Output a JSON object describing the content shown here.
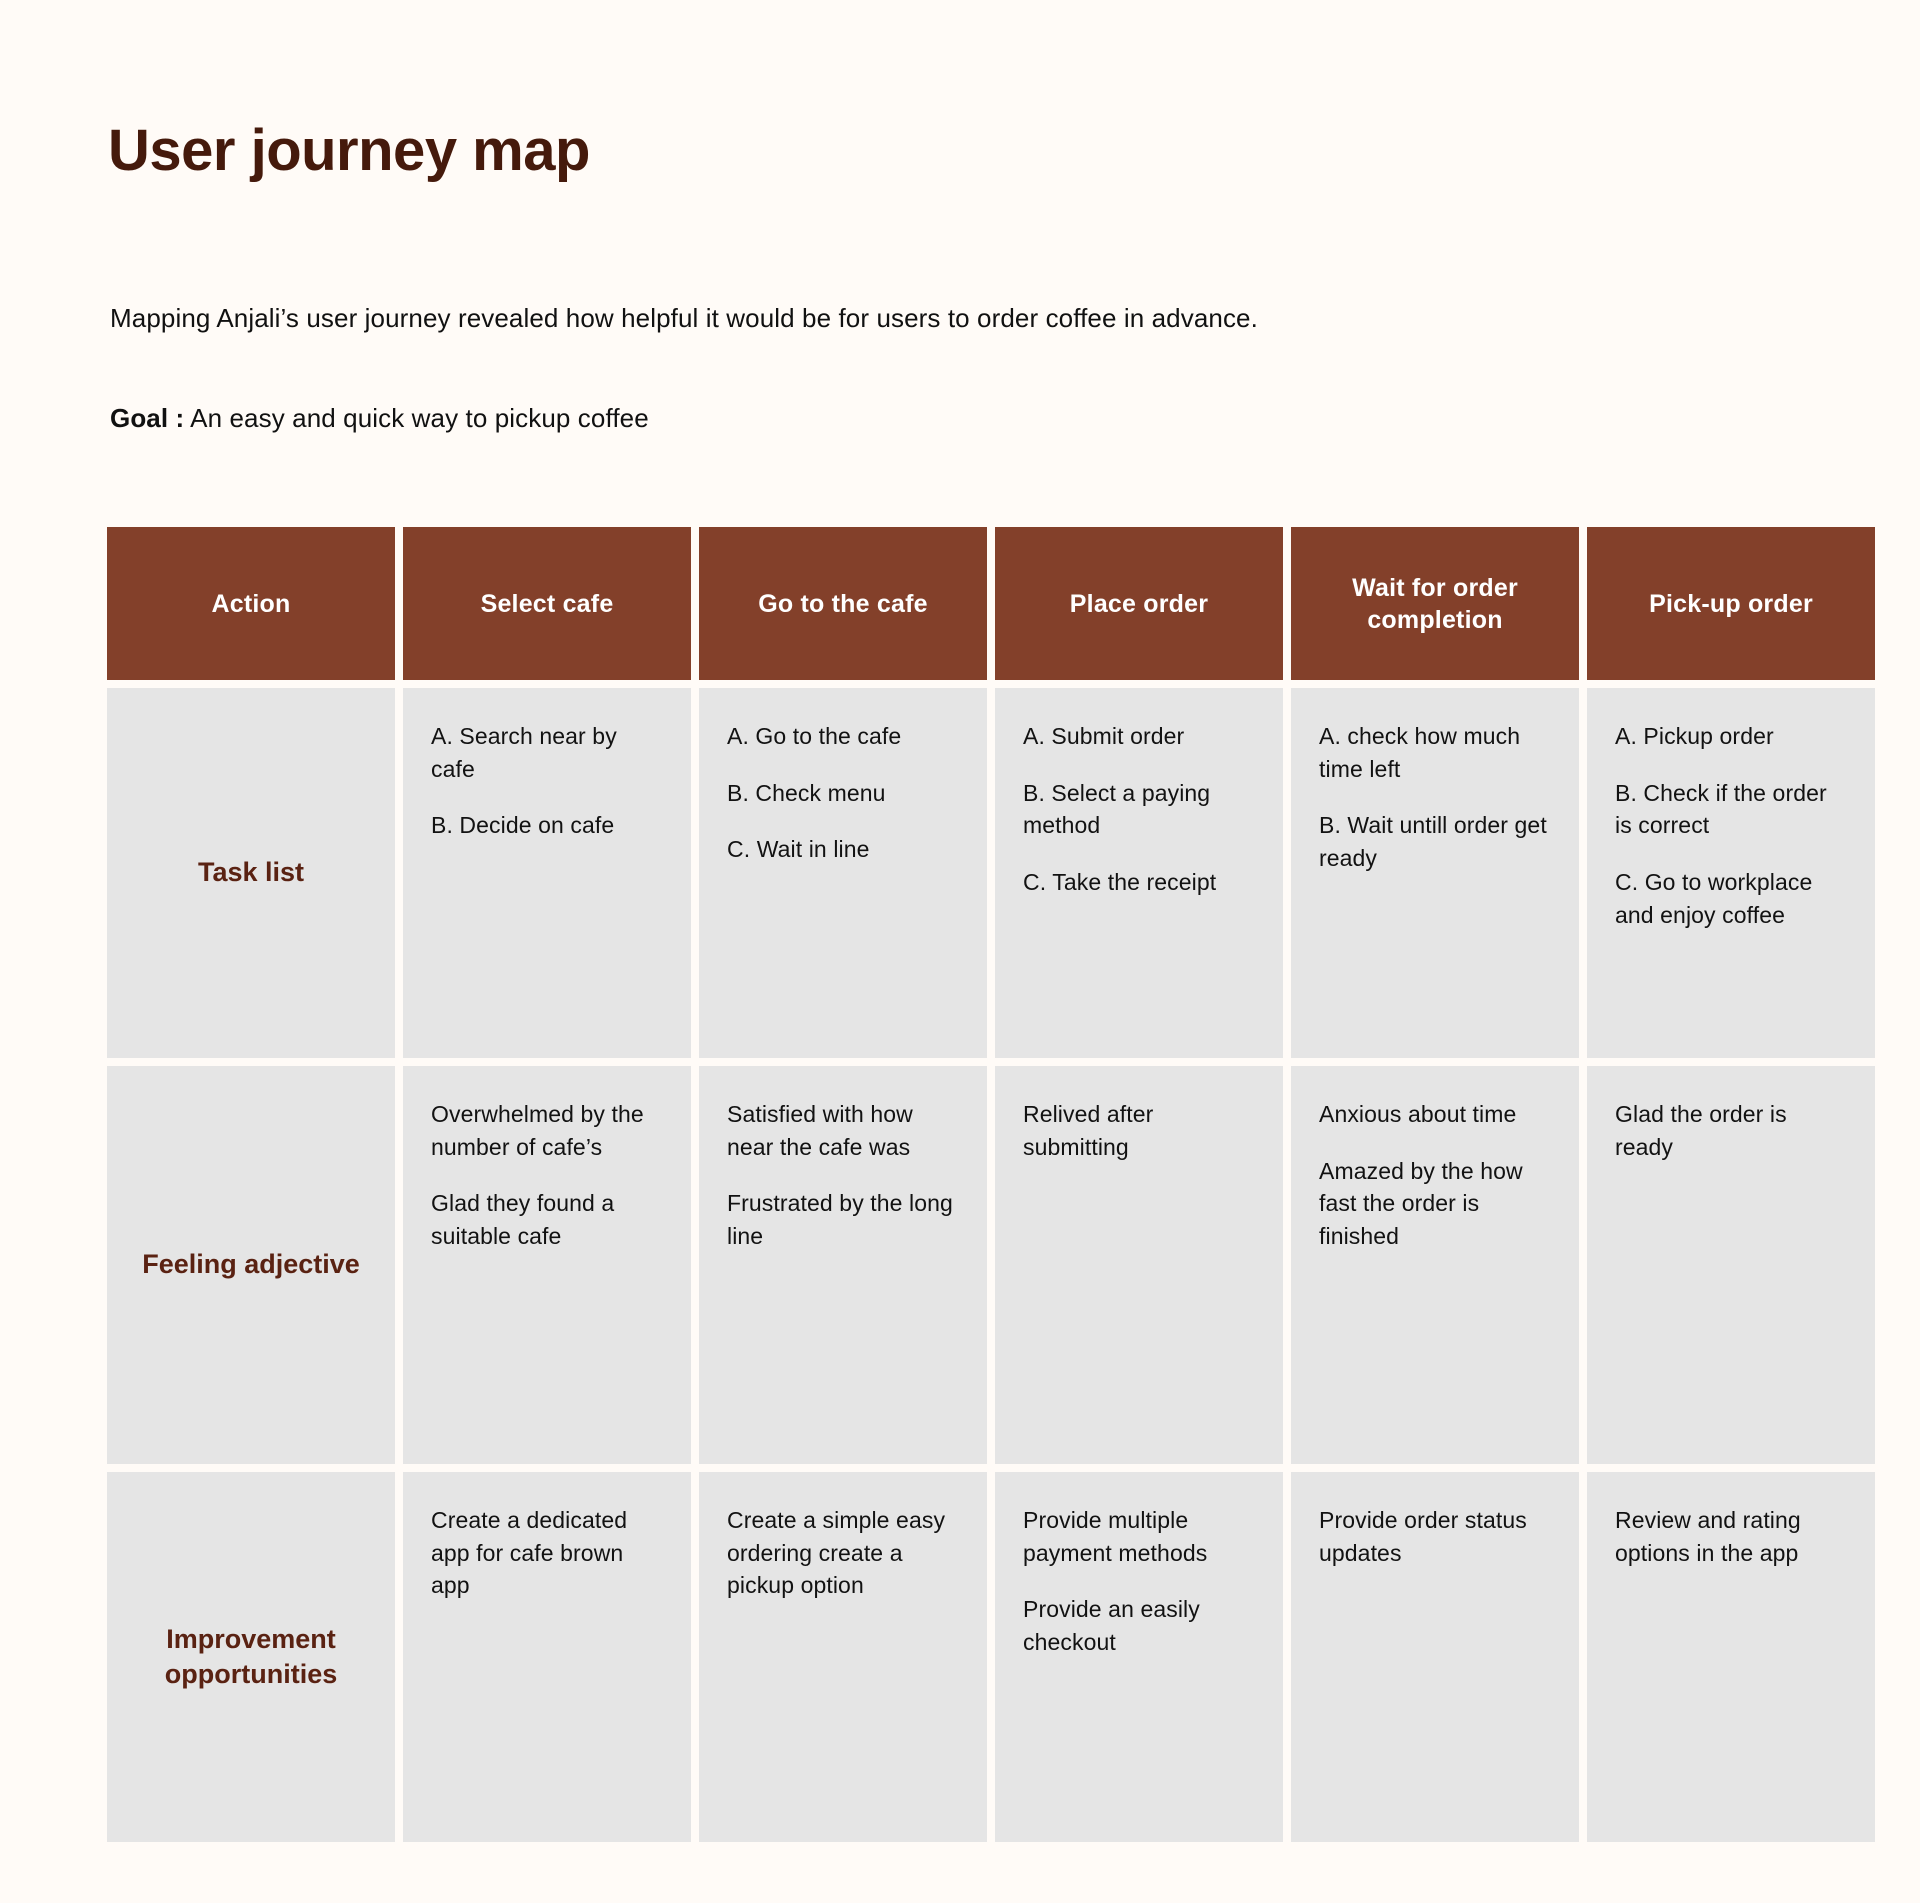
{
  "document": {
    "title": "User journey map",
    "intro": "Mapping Anjali’s user journey revealed how helpful it would be for users to order coffee in advance.",
    "goal_label": "Goal :",
    "goal_text": " An easy and quick way to pickup coffee"
  },
  "colors": {
    "page_background": "#fffbf7",
    "header_brown": "#83402a",
    "title_brown": "#451a0c",
    "row_label_brown": "#5a2212",
    "cell_grey": "#e5e5e5",
    "body_text": "#121212",
    "header_text": "#ffffff"
  },
  "table": {
    "headers": [
      "Action",
      "Select cafe",
      "Go to the cafe",
      "Place order",
      "Wait for order completion",
      "Pick-up order"
    ],
    "rows": [
      {
        "label": "Task list",
        "cells": [
          [
            "A.  Search near by cafe",
            "B.  Decide on cafe"
          ],
          [
            "A.  Go to the cafe",
            "B.  Check menu",
            "C.  Wait in line"
          ],
          [
            "A.  Submit order",
            "B.  Select a paying method",
            "C.  Take the receipt"
          ],
          [
            "A.  check how much time left",
            "B.  Wait untill order get ready"
          ],
          [
            "A.  Pickup order",
            "B.  Check if the order is correct",
            "C.  Go to workplace and enjoy coffee"
          ]
        ]
      },
      {
        "label": "Feeling adjective",
        "cells": [
          [
            "Overwhelmed by the number of cafe’s",
            "Glad they found a suitable cafe"
          ],
          [
            "Satisfied with how near the cafe was",
            "Frustrated by the long line"
          ],
          [
            "Relived after submitting"
          ],
          [
            "Anxious about time",
            "Amazed by the how fast the order is finished"
          ],
          [
            "Glad the order is ready"
          ]
        ]
      },
      {
        "label": "Improvement opportunities",
        "cells": [
          [
            "Create a dedicated app for cafe brown app"
          ],
          [
            "Create a simple easy ordering create a pickup option"
          ],
          [
            "Provide multiple payment methods",
            "Provide an easily checkout"
          ],
          [
            "Provide order status updates"
          ],
          [
            "Review and rating options in the app"
          ]
        ]
      }
    ]
  }
}
